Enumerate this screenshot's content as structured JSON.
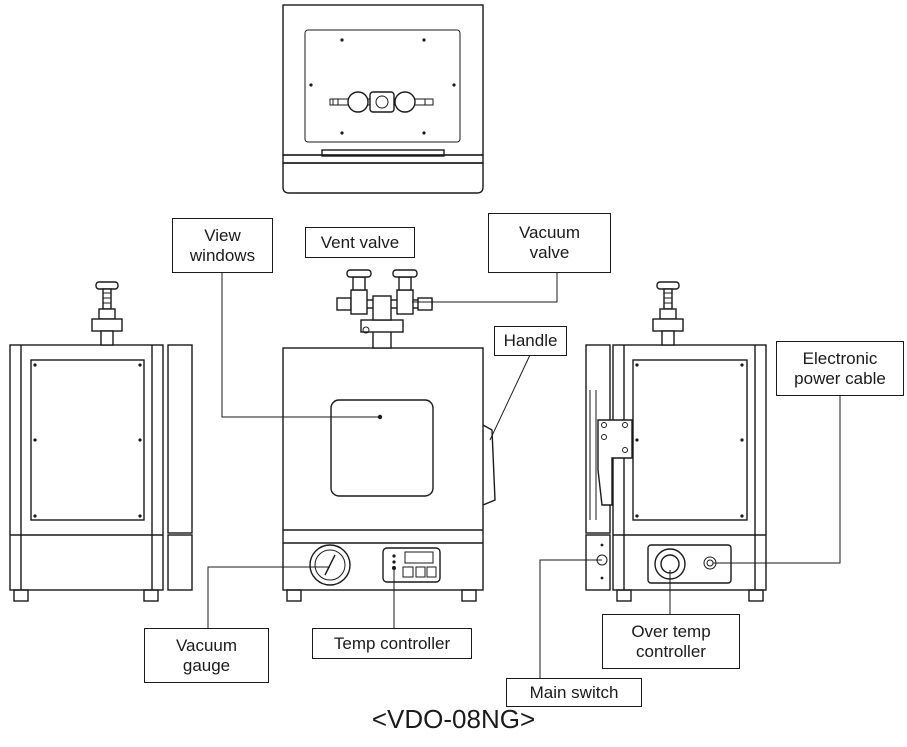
{
  "title": "<VDO-08NG>",
  "labels": {
    "view_windows": [
      "View",
      "windows"
    ],
    "vent_valve": "Vent valve",
    "vacuum_valve": [
      "Vacuum",
      "valve"
    ],
    "handle": "Handle",
    "electronic_power_cable": [
      "Electronic",
      "power cable"
    ],
    "vacuum_gauge": [
      "Vacuum",
      "gauge"
    ],
    "temp_controller": "Temp controller",
    "over_temp_controller": [
      "Over temp",
      "controller"
    ],
    "main_switch": "Main switch"
  }
}
